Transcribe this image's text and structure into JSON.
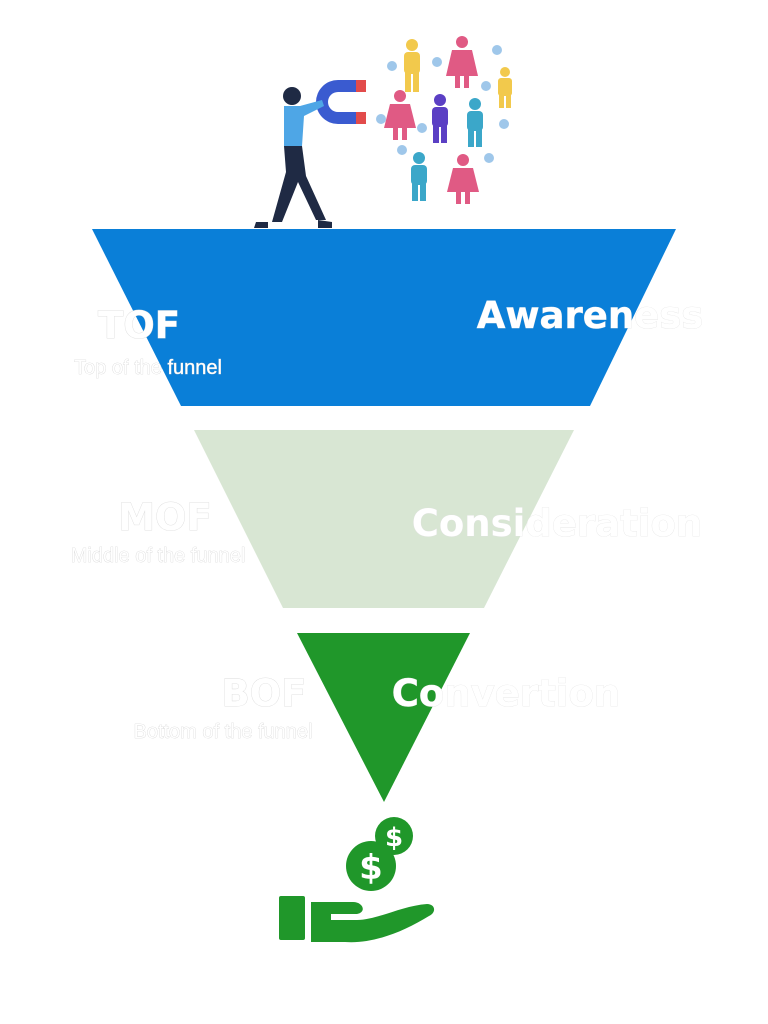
{
  "colors": {
    "top_funnel": "#0a7fd8",
    "middle_funnel": "#d8e6d3",
    "bottom_funnel": "#20972a",
    "money_icon": "#20972a",
    "label_text": "#ffffff"
  },
  "stages": [
    {
      "abbr": "TOF",
      "name": "Top of the funnel",
      "label": "Awareness"
    },
    {
      "abbr": "MOF",
      "name": "Middle of the funnel",
      "label": "Consideration"
    },
    {
      "abbr": "BOF",
      "name": "Bottom of the funnel",
      "label": "Convertion"
    }
  ],
  "icons": {
    "top": "man-with-magnet-attracting-people",
    "bottom": "hand-holding-dollar-coins-icon"
  }
}
